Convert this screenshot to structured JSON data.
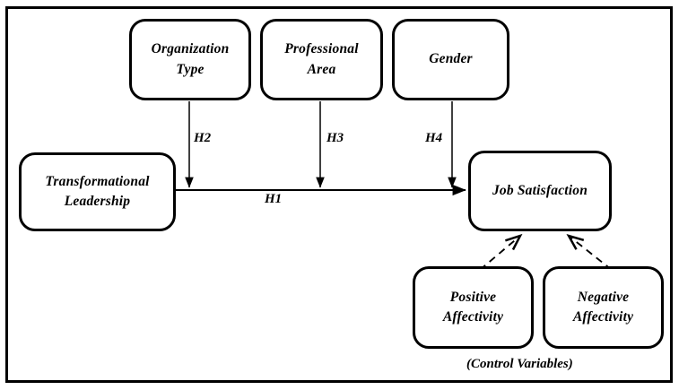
{
  "figure": {
    "type": "conceptual-research-model-diagram",
    "colors": {
      "stroke": "#000000",
      "fill": "#ffffff",
      "text": "#000000"
    }
  },
  "nodes": {
    "organization_type": "Organization\nType",
    "professional_area": "Professional\nArea",
    "gender": "Gender",
    "transformational_leadership": "Transformational\nLeadership",
    "job_satisfaction": "Job Satisfaction",
    "positive_affectivity": "Positive\nAffectivity",
    "negative_affectivity": "Negative\nAffectivity"
  },
  "hypothesis_labels": {
    "h1": "H1",
    "h2": "H2",
    "h3": "H3",
    "h4": "H4"
  },
  "annotations": {
    "control_variables": "(Control Variables)"
  },
  "edges": [
    {
      "id": "h1",
      "from": "transformational_leadership",
      "to": "job_satisfaction",
      "label": "H1",
      "style": "solid",
      "arrow": "single"
    },
    {
      "id": "h2",
      "from": "organization_type",
      "to": "h1-path",
      "label": "H2",
      "style": "solid",
      "arrow": "single"
    },
    {
      "id": "h3",
      "from": "professional_area",
      "to": "h1-path",
      "label": "H3",
      "style": "solid",
      "arrow": "single"
    },
    {
      "id": "h4",
      "from": "gender",
      "to": "h1-path",
      "label": "H4",
      "style": "solid",
      "arrow": "single"
    },
    {
      "id": "pa-js",
      "from": "positive_affectivity",
      "to": "job_satisfaction",
      "label": "",
      "style": "dashed",
      "arrow": "single"
    },
    {
      "id": "na-js",
      "from": "negative_affectivity",
      "to": "job_satisfaction",
      "label": "",
      "style": "dashed",
      "arrow": "single"
    }
  ]
}
